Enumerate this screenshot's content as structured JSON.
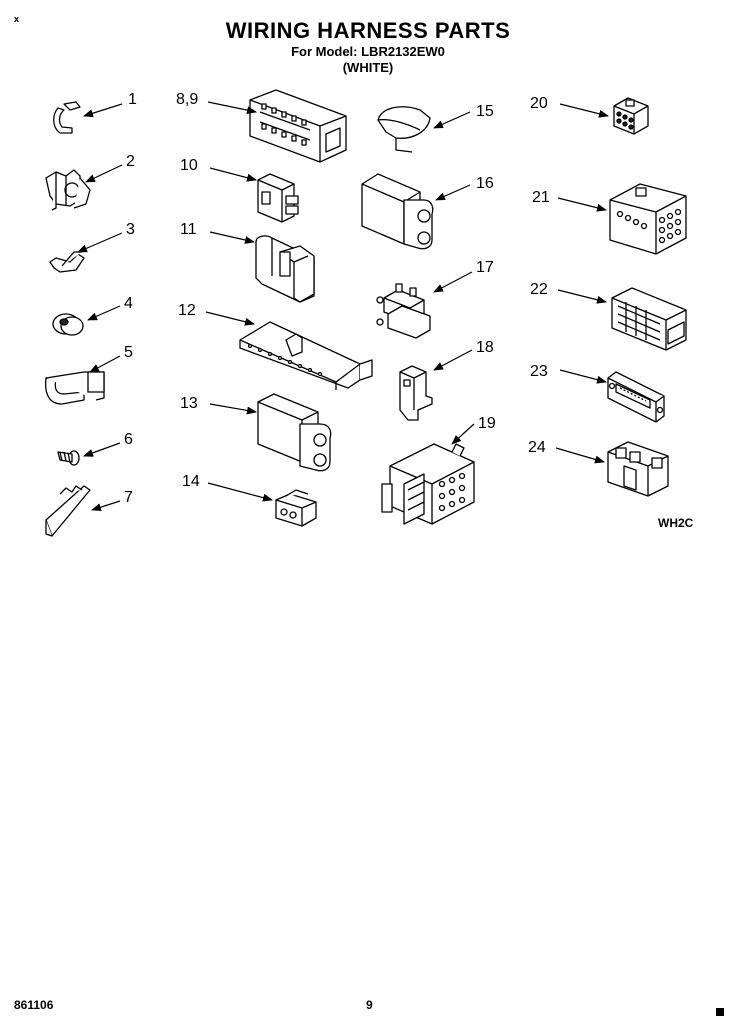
{
  "header": {
    "title": "WIRING HARNESS PARTS",
    "model": "For Model: LBR2132EW0",
    "color": "(WHITE)"
  },
  "corner_mark": "x",
  "diagram_code": "WH2C",
  "footer": {
    "doc_number": "861106",
    "page_number": "9"
  },
  "callouts": [
    "1",
    "2",
    "3",
    "4",
    "5",
    "6",
    "7",
    "8,9",
    "10",
    "11",
    "12",
    "13",
    "14",
    "15",
    "16",
    "17",
    "18",
    "19",
    "20",
    "21",
    "22",
    "23",
    "24"
  ],
  "parts": [
    {
      "callout": "1",
      "icon": "clip-icon"
    },
    {
      "callout": "2",
      "icon": "wire-clamp-icon"
    },
    {
      "callout": "3",
      "icon": "wire-clip-icon"
    },
    {
      "callout": "4",
      "icon": "grommet-icon"
    },
    {
      "callout": "5",
      "icon": "bracket-clip-icon"
    },
    {
      "callout": "6",
      "icon": "screw-icon"
    },
    {
      "callout": "7",
      "icon": "retainer-strip-icon"
    },
    {
      "callout": "8,9",
      "icon": "multi-pin-housing-icon"
    },
    {
      "callout": "10",
      "icon": "two-pin-connector-icon"
    },
    {
      "callout": "11",
      "icon": "connector-housing-icon"
    },
    {
      "callout": "12",
      "icon": "terminal-strip-icon"
    },
    {
      "callout": "13",
      "icon": "two-way-plug-icon"
    },
    {
      "callout": "14",
      "icon": "small-plug-icon"
    },
    {
      "callout": "15",
      "icon": "sleeve-clip-icon"
    },
    {
      "callout": "16",
      "icon": "two-way-receptacle-icon"
    },
    {
      "callout": "17",
      "icon": "terminal-block-icon"
    },
    {
      "callout": "18",
      "icon": "mounting-clip-icon"
    },
    {
      "callout": "19",
      "icon": "twelve-pin-connector-icon"
    },
    {
      "callout": "20",
      "icon": "nine-pin-plug-icon"
    },
    {
      "callout": "21",
      "icon": "twelve-pin-housing-icon"
    },
    {
      "callout": "22",
      "icon": "multi-row-connector-icon"
    },
    {
      "callout": "23",
      "icon": "d-sub-connector-icon"
    },
    {
      "callout": "24",
      "icon": "four-way-housing-icon"
    }
  ]
}
